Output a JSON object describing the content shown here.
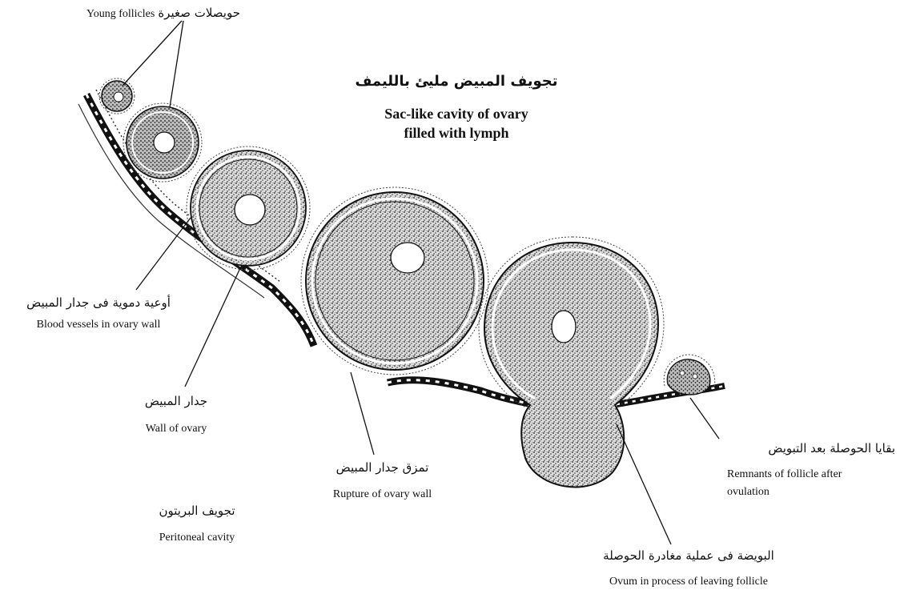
{
  "title": {
    "arabic": "تجويف المبيض مليئ بالليمف",
    "english_line1": "Sac-like cavity of ovary",
    "english_line2": "filled with lymph"
  },
  "labels": {
    "young_follicles": {
      "english": "Young follicles",
      "arabic": "حويصلات صغيرة"
    },
    "blood_vessels": {
      "arabic": "أوعية دموية فى جدار المبيض",
      "english": "Blood vessels in ovary wall"
    },
    "wall_of_ovary": {
      "arabic": "جدار المبيض",
      "english": "Wall of ovary"
    },
    "rupture": {
      "arabic": "تمزق جدار المبيض",
      "english": "Rupture of ovary wall"
    },
    "peritoneal_cavity": {
      "arabic": "تجويف البريتون",
      "english": "Peritoneal cavity"
    },
    "remnants": {
      "arabic": "بقايا الحوصلة بعد التبويض",
      "english_line1": "Remnants  of  follicle  after",
      "english_line2": "ovulation"
    },
    "ovum": {
      "arabic": "البويضة فى عملية مغادرة الحوصلة",
      "english": "Ovum in process of leaving follicle"
    }
  }
}
